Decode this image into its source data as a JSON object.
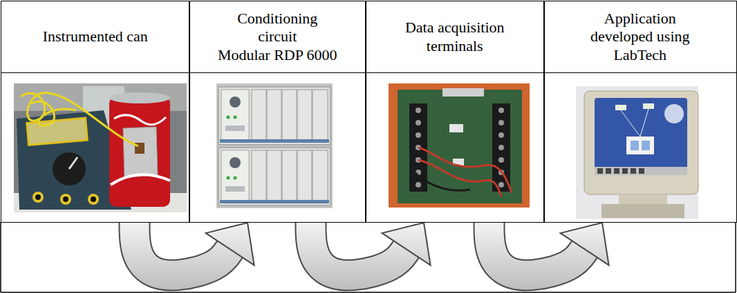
{
  "diagram": {
    "nodes": [
      {
        "text": [
          "Instrumented can"
        ]
      },
      {
        "text": [
          "Conditioning circuit",
          "Modular RDP 6000"
        ]
      },
      {
        "text": [
          "Data acquisition terminals"
        ]
      },
      {
        "text": [
          "Application developed using LabTech"
        ]
      }
    ],
    "edges": [
      {
        "from": 0,
        "to": 1,
        "arrow": "to"
      },
      {
        "from": 1,
        "to": 2,
        "arrow": "to"
      },
      {
        "from": 2,
        "to": 3,
        "arrow": "to"
      }
    ]
  }
}
